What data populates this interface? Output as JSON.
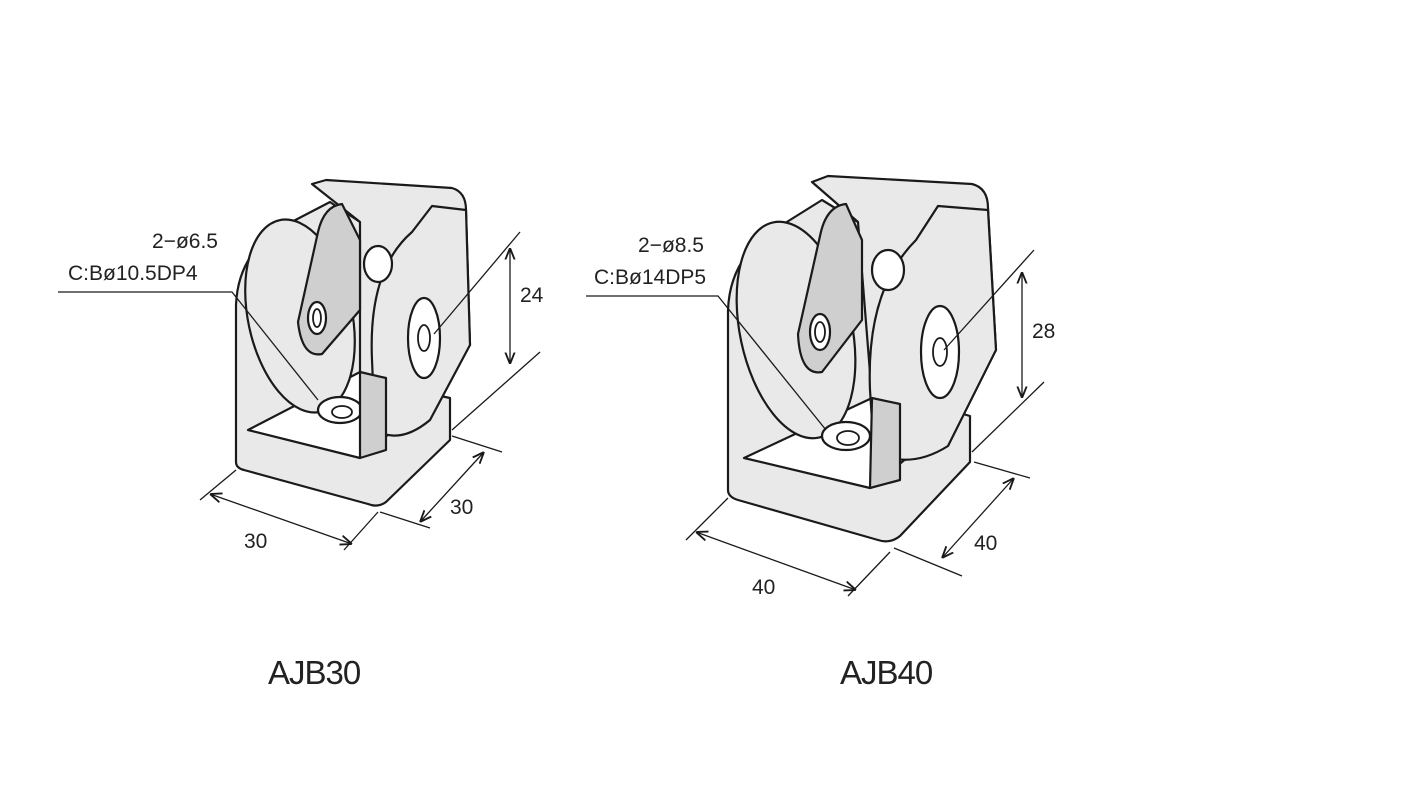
{
  "parts": [
    {
      "name": "AJB30",
      "callout_line1": "2−ø6.5",
      "callout_line2": "C:Bø10.5DP4",
      "dim_width": "30",
      "dim_depth": "30",
      "dim_height": "24"
    },
    {
      "name": "AJB40",
      "callout_line1": "2−ø8.5",
      "callout_line2": "C:Bø14DP5",
      "dim_width": "40",
      "dim_depth": "40",
      "dim_height": "28"
    }
  ]
}
